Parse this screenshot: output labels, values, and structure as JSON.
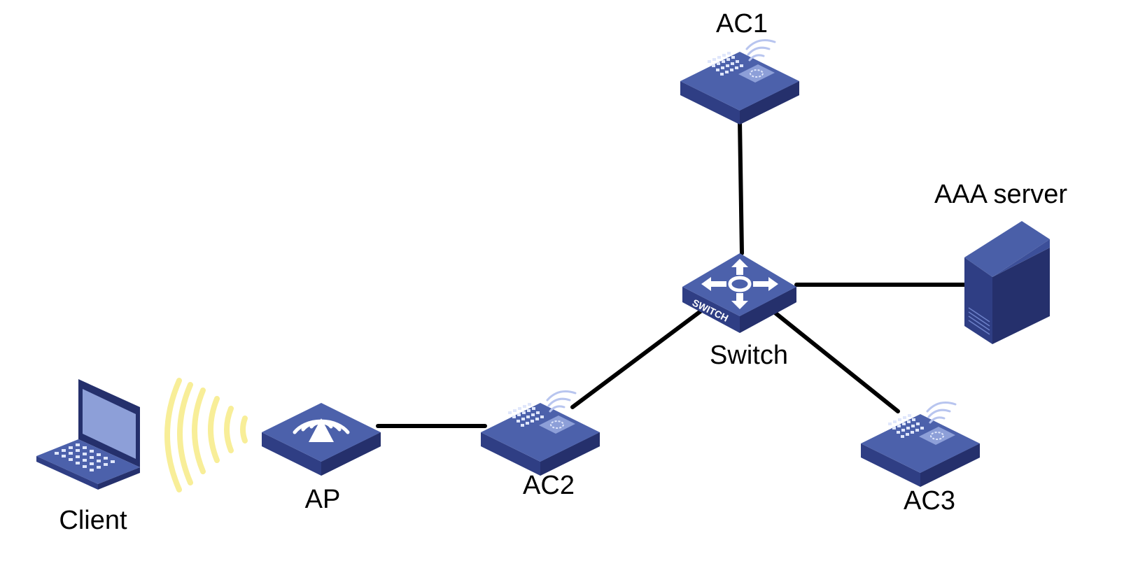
{
  "diagram": {
    "nodes": [
      {
        "id": "ac1",
        "label": "AC1",
        "icon": "access-controller-icon"
      },
      {
        "id": "aaa",
        "label": "AAA server",
        "icon": "server-tower-icon"
      },
      {
        "id": "switch",
        "label": "Switch",
        "icon": "layer3-switch-icon",
        "badge": "SWITCH"
      },
      {
        "id": "ac3",
        "label": "AC3",
        "icon": "access-controller-icon"
      },
      {
        "id": "ac2",
        "label": "AC2",
        "icon": "access-controller-icon"
      },
      {
        "id": "ap",
        "label": "AP",
        "icon": "access-point-icon"
      },
      {
        "id": "client",
        "label": "Client",
        "icon": "laptop-icon"
      }
    ],
    "links": [
      {
        "from": "switch",
        "to": "ac1",
        "type": "wired"
      },
      {
        "from": "switch",
        "to": "aaa",
        "type": "wired"
      },
      {
        "from": "switch",
        "to": "ac2",
        "type": "wired"
      },
      {
        "from": "switch",
        "to": "ac3",
        "type": "wired"
      },
      {
        "from": "ac2",
        "to": "ap",
        "type": "wired"
      },
      {
        "from": "ap",
        "to": "client",
        "type": "wireless"
      }
    ]
  },
  "colors": {
    "device_top": "#4a5fa8",
    "device_front": "#2f3e84",
    "device_side": "#25306c",
    "device_panel": "#8d9fd8",
    "link": "#000000",
    "wireless": "#f8ee98",
    "label": "#000000"
  }
}
